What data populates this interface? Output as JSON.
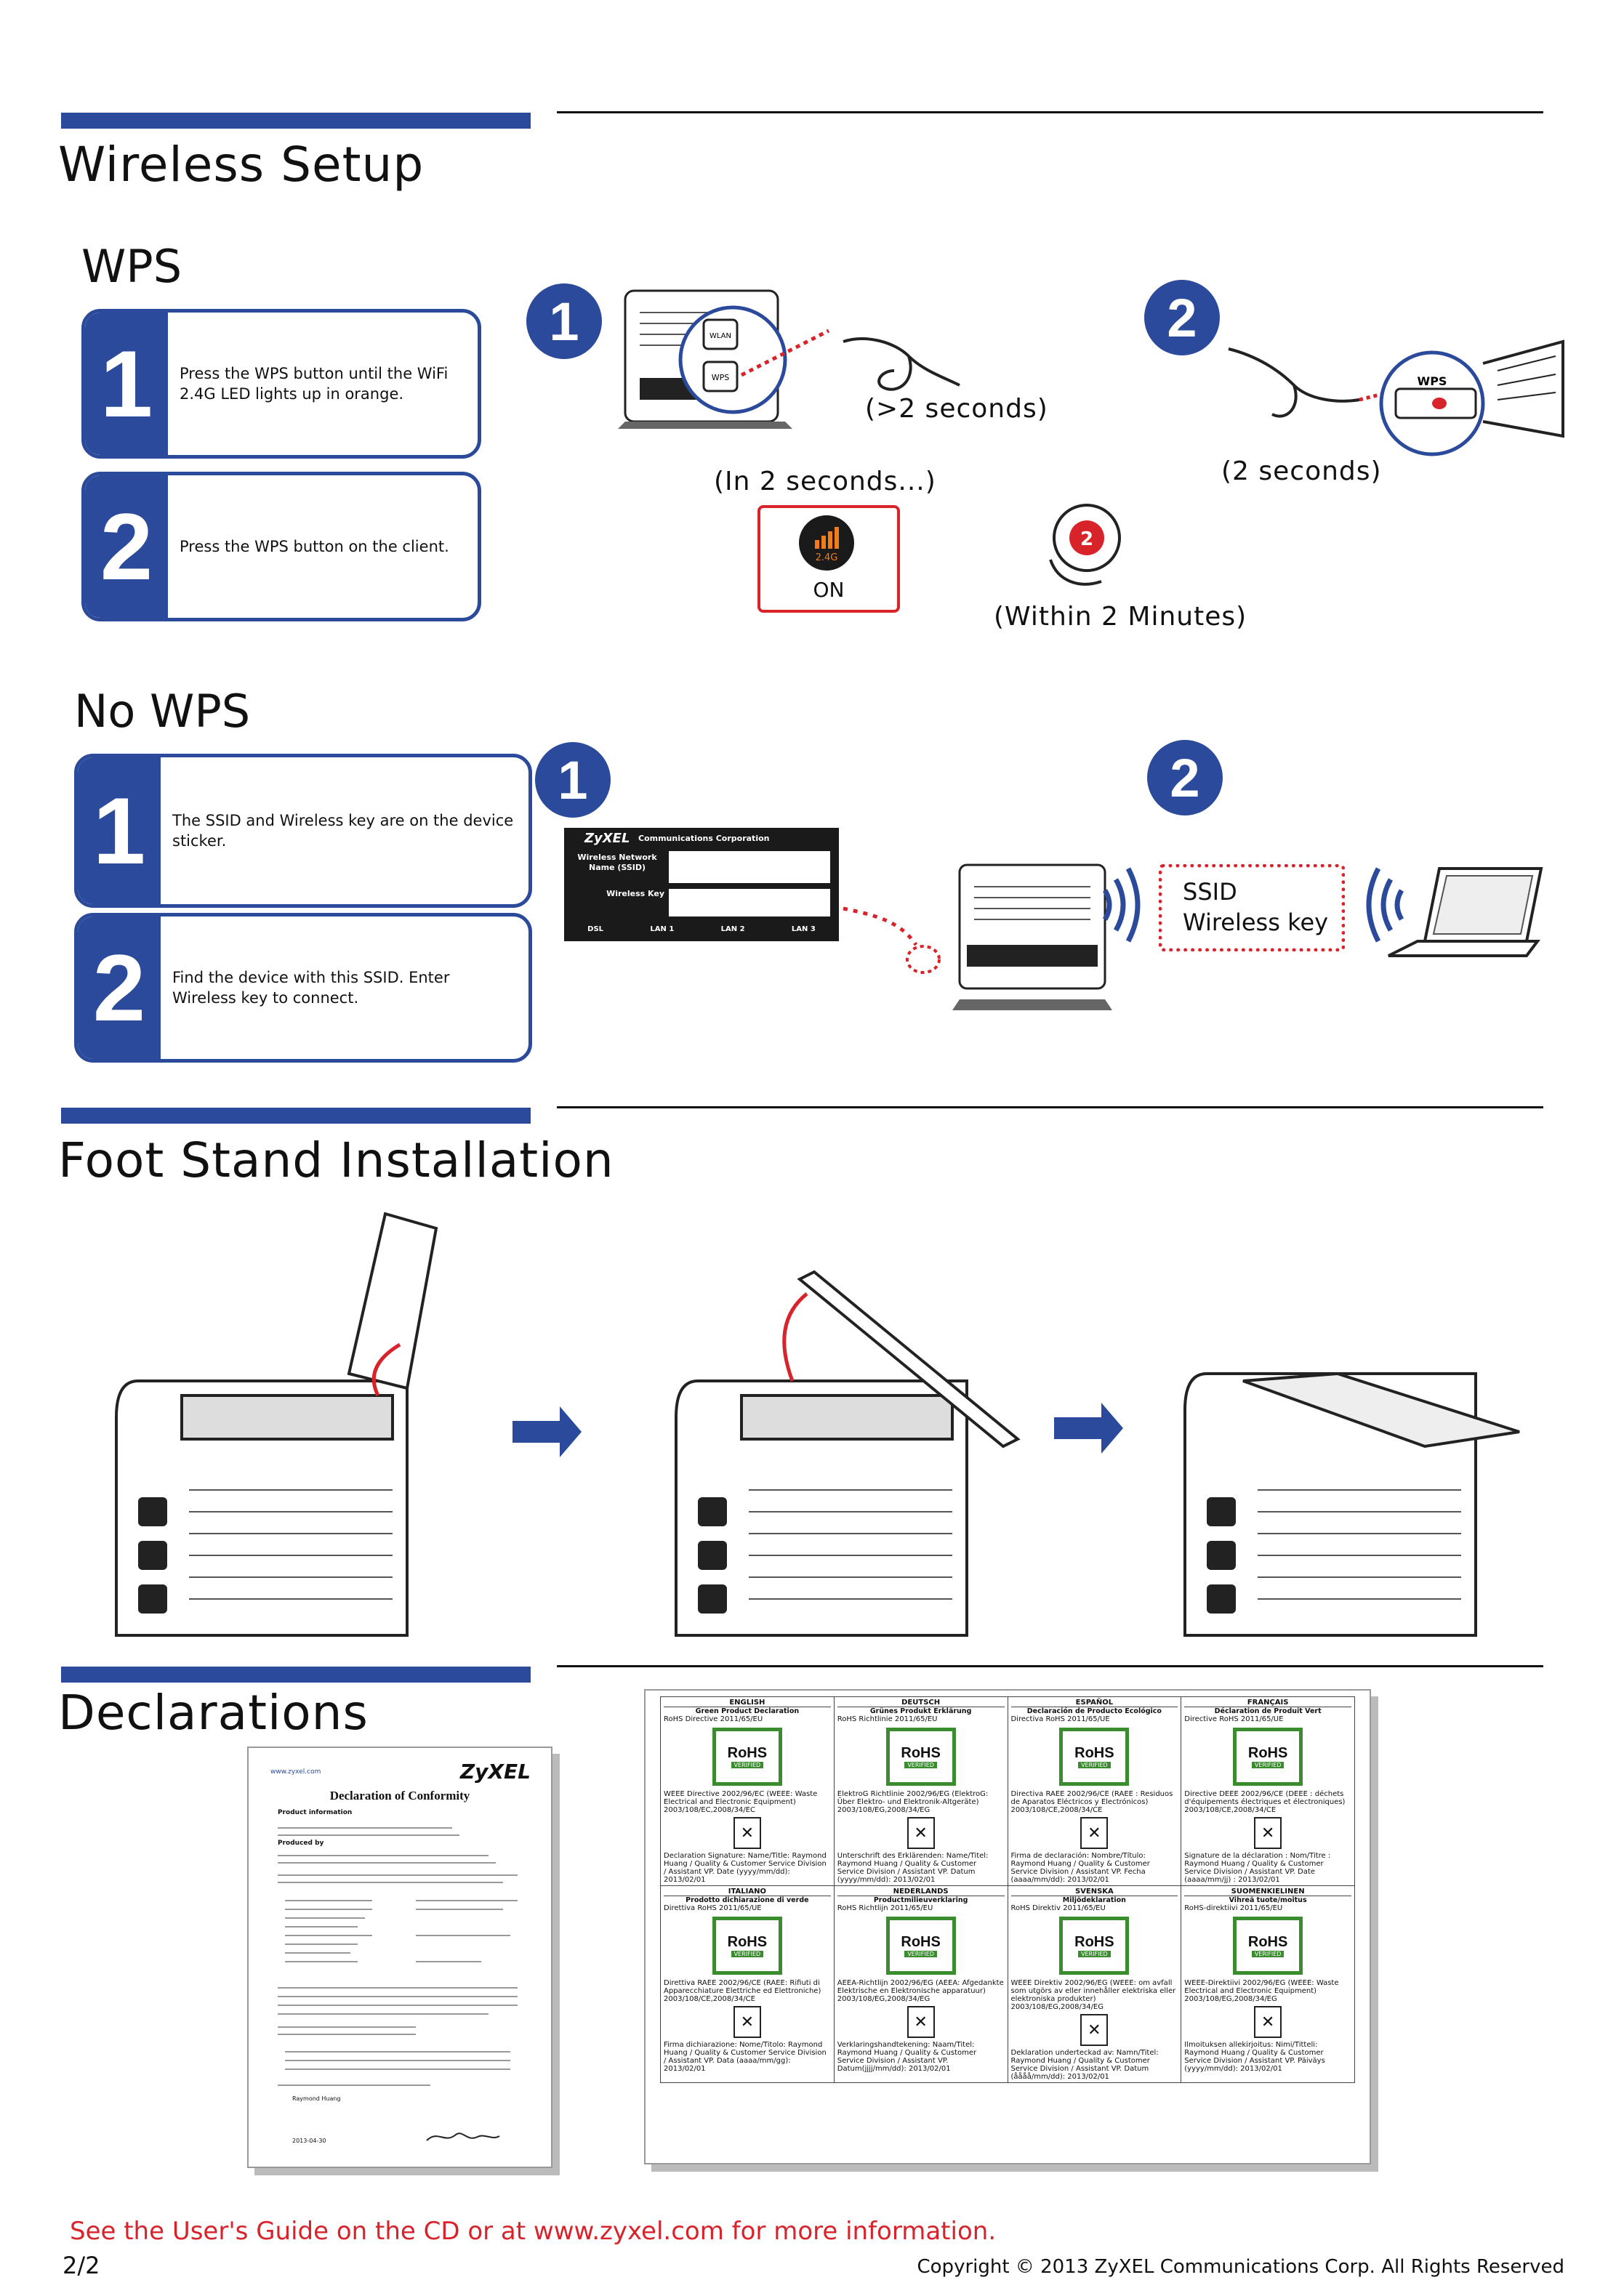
{
  "sections": {
    "wireless_setup": "Wireless Setup",
    "wps": "WPS",
    "no_wps": "No WPS",
    "foot_stand": "Foot Stand Installation",
    "declarations": "Declarations"
  },
  "wps_steps": [
    {
      "num": "1",
      "text": "Press the WPS button until the WiFi 2.4G LED lights up in orange."
    },
    {
      "num": "2",
      "text": "Press the WPS button on the client."
    }
  ],
  "wps_diagram": {
    "badge1": "1",
    "badge2": "2",
    "more_than_2s": "(>2 seconds)",
    "in_2s": "(In 2 seconds...)",
    "led_label": "2.4G",
    "led_state": "ON",
    "two_seconds": "(2 seconds)",
    "within_2min": "(Within 2 Minutes)",
    "wps_btn": "WPS",
    "wlan_btn": "WLAN"
  },
  "nowps_steps": [
    {
      "num": "1",
      "text": "The SSID and Wireless key are on the device sticker."
    },
    {
      "num": "2",
      "text": "Find the device with this SSID. Enter Wireless key to connect."
    }
  ],
  "nowps_diagram": {
    "badge1": "1",
    "badge2": "2",
    "sticker_brand": "ZyXEL",
    "sticker_corp": "Communications Corporation",
    "sticker_ssid": "Wireless Network Name (SSID)",
    "sticker_key": "Wireless Key",
    "ports": [
      "DSL",
      "LAN 1",
      "LAN 2",
      "LAN 3"
    ],
    "ssid": "SSID",
    "wireless_key": "Wireless key"
  },
  "doc_conformity": {
    "url": "www.zyxel.com",
    "brand": "ZyXEL",
    "title": "Declaration of Conformity",
    "product_info": "Product information",
    "produced_by": "Produced by",
    "date": "2013-04-30",
    "name": "Raymond Huang"
  },
  "decl_table": {
    "cols": [
      {
        "lang": "ENGLISH",
        "sub": "Green Product Declaration",
        "rohs": "RoHS Directive 2011/65/EU",
        "weee": "WEEE Directive 2002/96/EC (WEEE: Waste Electrical and Electronic Equipment) 2003/108/EC,2008/34/EC",
        "sig": "Declaration Signature: Name/Title: Raymond Huang / Quality & Customer Service Division / Assistant VP. Date (yyyy/mm/dd): 2013/02/01"
      },
      {
        "lang": "DEUTSCH",
        "sub": "Grünes Produkt Erklärung",
        "rohs": "RoHS Richtlinie 2011/65/EU",
        "weee": "ElektroG Richtlinie 2002/96/EG (ElektroG: Über Elektro- und Elektronik-Altgeräte) 2003/108/EG,2008/34/EG",
        "sig": "Unterschrift des Erklärenden: Name/Titel: Raymond Huang / Quality & Customer Service Division / Assistant VP. Datum (yyyy/mm/dd): 2013/02/01"
      },
      {
        "lang": "ESPAÑOL",
        "sub": "Declaración de Producto Ecológico",
        "rohs": "Directiva RoHS 2011/65/UE",
        "weee": "Directiva RAEE 2002/96/CE (RAEE : Residuos de Aparatos Eléctricos y Electrónicos) 2003/108/CE,2008/34/CE",
        "sig": "Firma de declaración: Nombre/Título: Raymond Huang / Quality & Customer Service Division / Assistant VP. Fecha (aaaa/mm/dd): 2013/02/01"
      },
      {
        "lang": "FRANÇAIS",
        "sub": "Déclaration de Produit Vert",
        "rohs": "Directive RoHS 2011/65/UE",
        "weee": "Directive DEEE 2002/96/CE (DEEE : déchets d'équipements électriques et électroniques) 2003/108/CE,2008/34/CE",
        "sig": "Signature de la déclaration : Nom/Titre : Raymond Huang / Quality & Customer Service Division / Assistant VP. Date (aaaa/mm/jj) : 2013/02/01"
      },
      {
        "lang": "ITALIANO",
        "sub": "Prodotto dichiarazione di verde",
        "rohs": "Direttiva RoHS 2011/65/UE",
        "weee": "Direttiva RAEE 2002/96/CE (RAEE: Rifiuti di Apparecchiature Elettriche ed Elettroniche) 2003/108/CE,2008/34/CE",
        "sig": "Firma dichiarazione: Nome/Titolo: Raymond Huang / Quality & Customer Service Division / Assistant VP. Data (aaaa/mm/gg): 2013/02/01"
      },
      {
        "lang": "NEDERLANDS",
        "sub": "Productmilieuverklaring",
        "rohs": "RoHS Richtlijn 2011/65/EU",
        "weee": "AEEA-Richtlijn 2002/96/EG (AEEA: Afgedankte Elektrische en Elektronische apparatuur) 2003/108/EG,2008/34/EG",
        "sig": "Verklaringshandtekening: Naam/Titel: Raymond Huang / Quality & Customer Service Division / Assistant VP. Datum(jjjj/mm/dd): 2013/02/01"
      },
      {
        "lang": "SVENSKA",
        "sub": "Miljödeklaration",
        "rohs": "RoHS Direktiv 2011/65/EU",
        "weee": "WEEE Direktiv 2002/96/EG (WEEE: om avfall som utgörs av eller innehåller elektriska eller elektroniska produkter) 2003/108/EG,2008/34/EG",
        "sig": "Deklaration underteckad av: Namn/Titel: Raymond Huang / Quality & Customer Service Division / Assistant VP. Datum (åååå/mm/dd): 2013/02/01"
      },
      {
        "lang": "SUOMENKIELINEN",
        "sub": "Vihreä tuote/moitus",
        "rohs": "RoHS-direktiivi 2011/65/EU",
        "weee": "WEEE-Direktiivi 2002/96/EG (WEEE: Waste Electrical and Electronic Equipment) 2003/108/EG,2008/34/EG",
        "sig": "Ilmoituksen allekirjoitus: Nimi/Titteli: Raymond Huang / Quality & Customer Service Division / Assistant VP. Päiväys (yyyy/mm/dd): 2013/02/01"
      }
    ],
    "rohs_word": "RoHS",
    "verified": "VERIFIED"
  },
  "footer": {
    "more_info": "See the User's Guide on the CD or at www.zyxel.com for more information.",
    "page": "2/2",
    "copyright": "Copyright © 2013 ZyXEL Communications Corp. All Rights Reserved"
  },
  "colors": {
    "brand_blue": "#2b4a9b",
    "accent_red": "#d8232a",
    "led_orange": "#f07c1a",
    "rohs_green": "#3a8c2f"
  }
}
